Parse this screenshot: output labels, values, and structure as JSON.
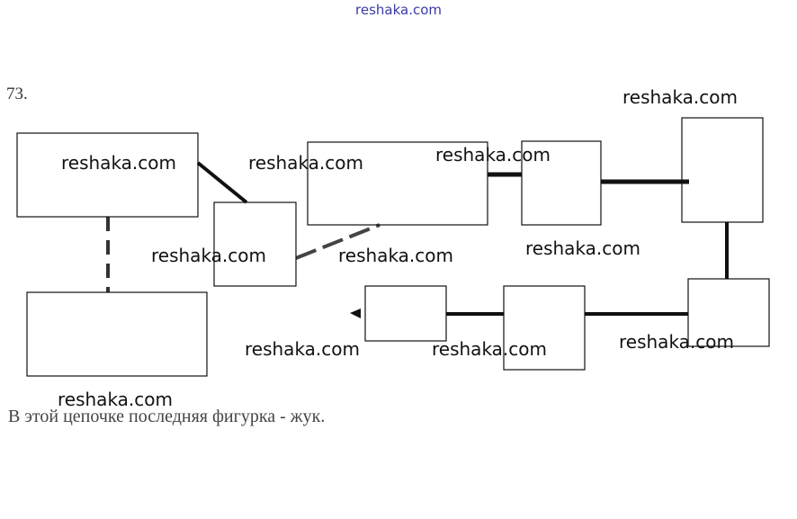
{
  "header": {
    "site_link": "reshaka.com"
  },
  "exercise": {
    "number": "73.",
    "caption": "В этой цепочке последняя фигурка - жук."
  },
  "watermark": "reshaka.com"
}
